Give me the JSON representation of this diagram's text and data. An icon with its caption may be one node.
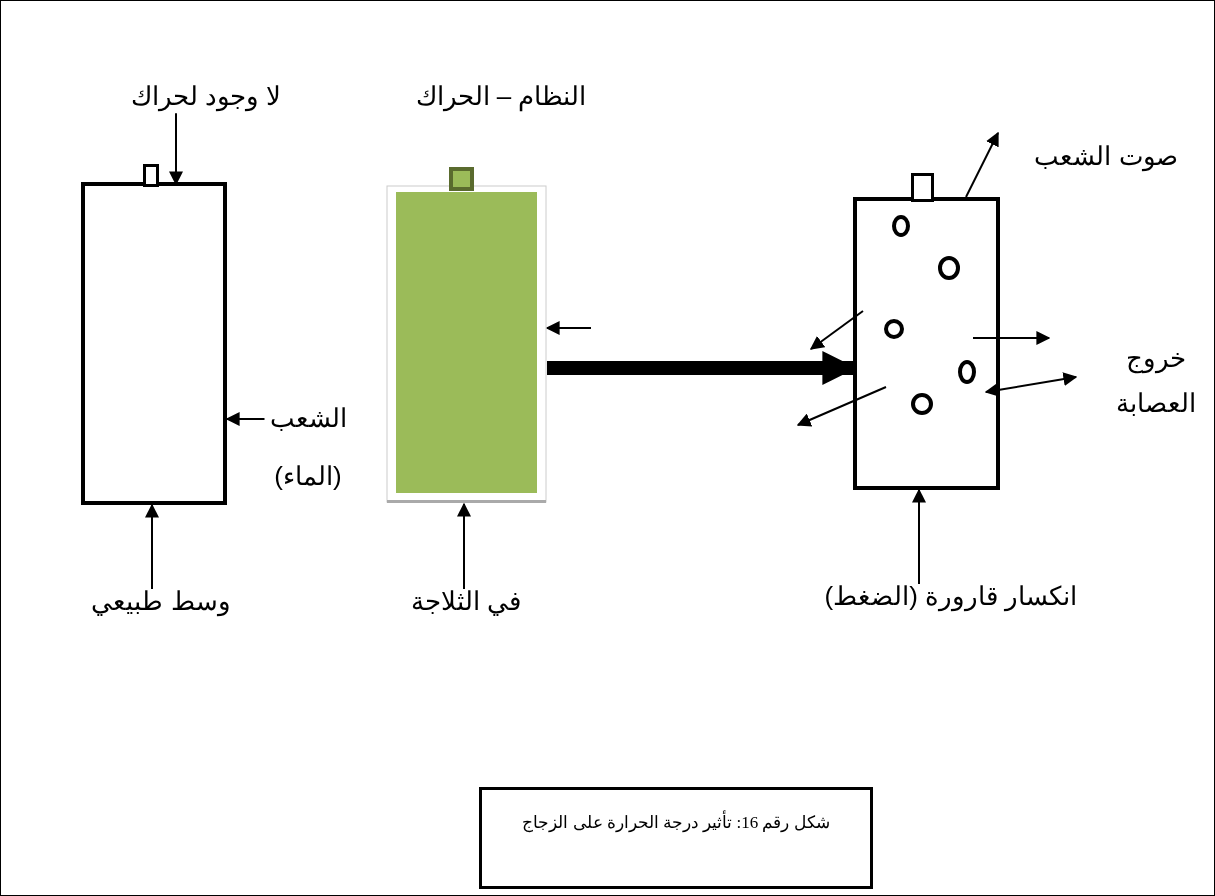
{
  "diagram": {
    "caption": "شكل رقم 16: تأثير درجة الحرارة على الزجاج",
    "nodes": [
      {
        "text": [
          "لا وجود لحراك"
        ]
      },
      {
        "text": [],
        "shape": "bottle"
      },
      {
        "text": [],
        "shape": "bottle"
      },
      {
        "text": [],
        "shape": "bottle"
      },
      {
        "text": [
          "الشعب (الماء)"
        ]
      },
      {
        "text": [
          "وسط طبيعي"
        ]
      },
      {
        "text": [
          "في الثلاجة"
        ]
      },
      {
        "text": [
          "انكسار قارورة (الضغط)"
        ]
      }
    ],
    "edges": [
      {
        "from": 0,
        "to": 1,
        "arrow": "to"
      },
      {
        "from": 4,
        "to": 1,
        "arrow": "to"
      },
      {
        "from": 5,
        "to": 1,
        "arrow": "to"
      },
      {
        "from": 6,
        "to": 2,
        "arrow": "to"
      },
      {
        "from": null,
        "to": 2,
        "arrow": "to"
      },
      {
        "from": 2,
        "to": 3,
        "arrow": "to",
        "style": "thick"
      },
      {
        "from": 7,
        "to": 3,
        "arrow": "to"
      }
    ],
    "labels": [
      "النظام – الحراك",
      "صوت الشعب",
      "خروج العصابة"
    ]
  }
}
